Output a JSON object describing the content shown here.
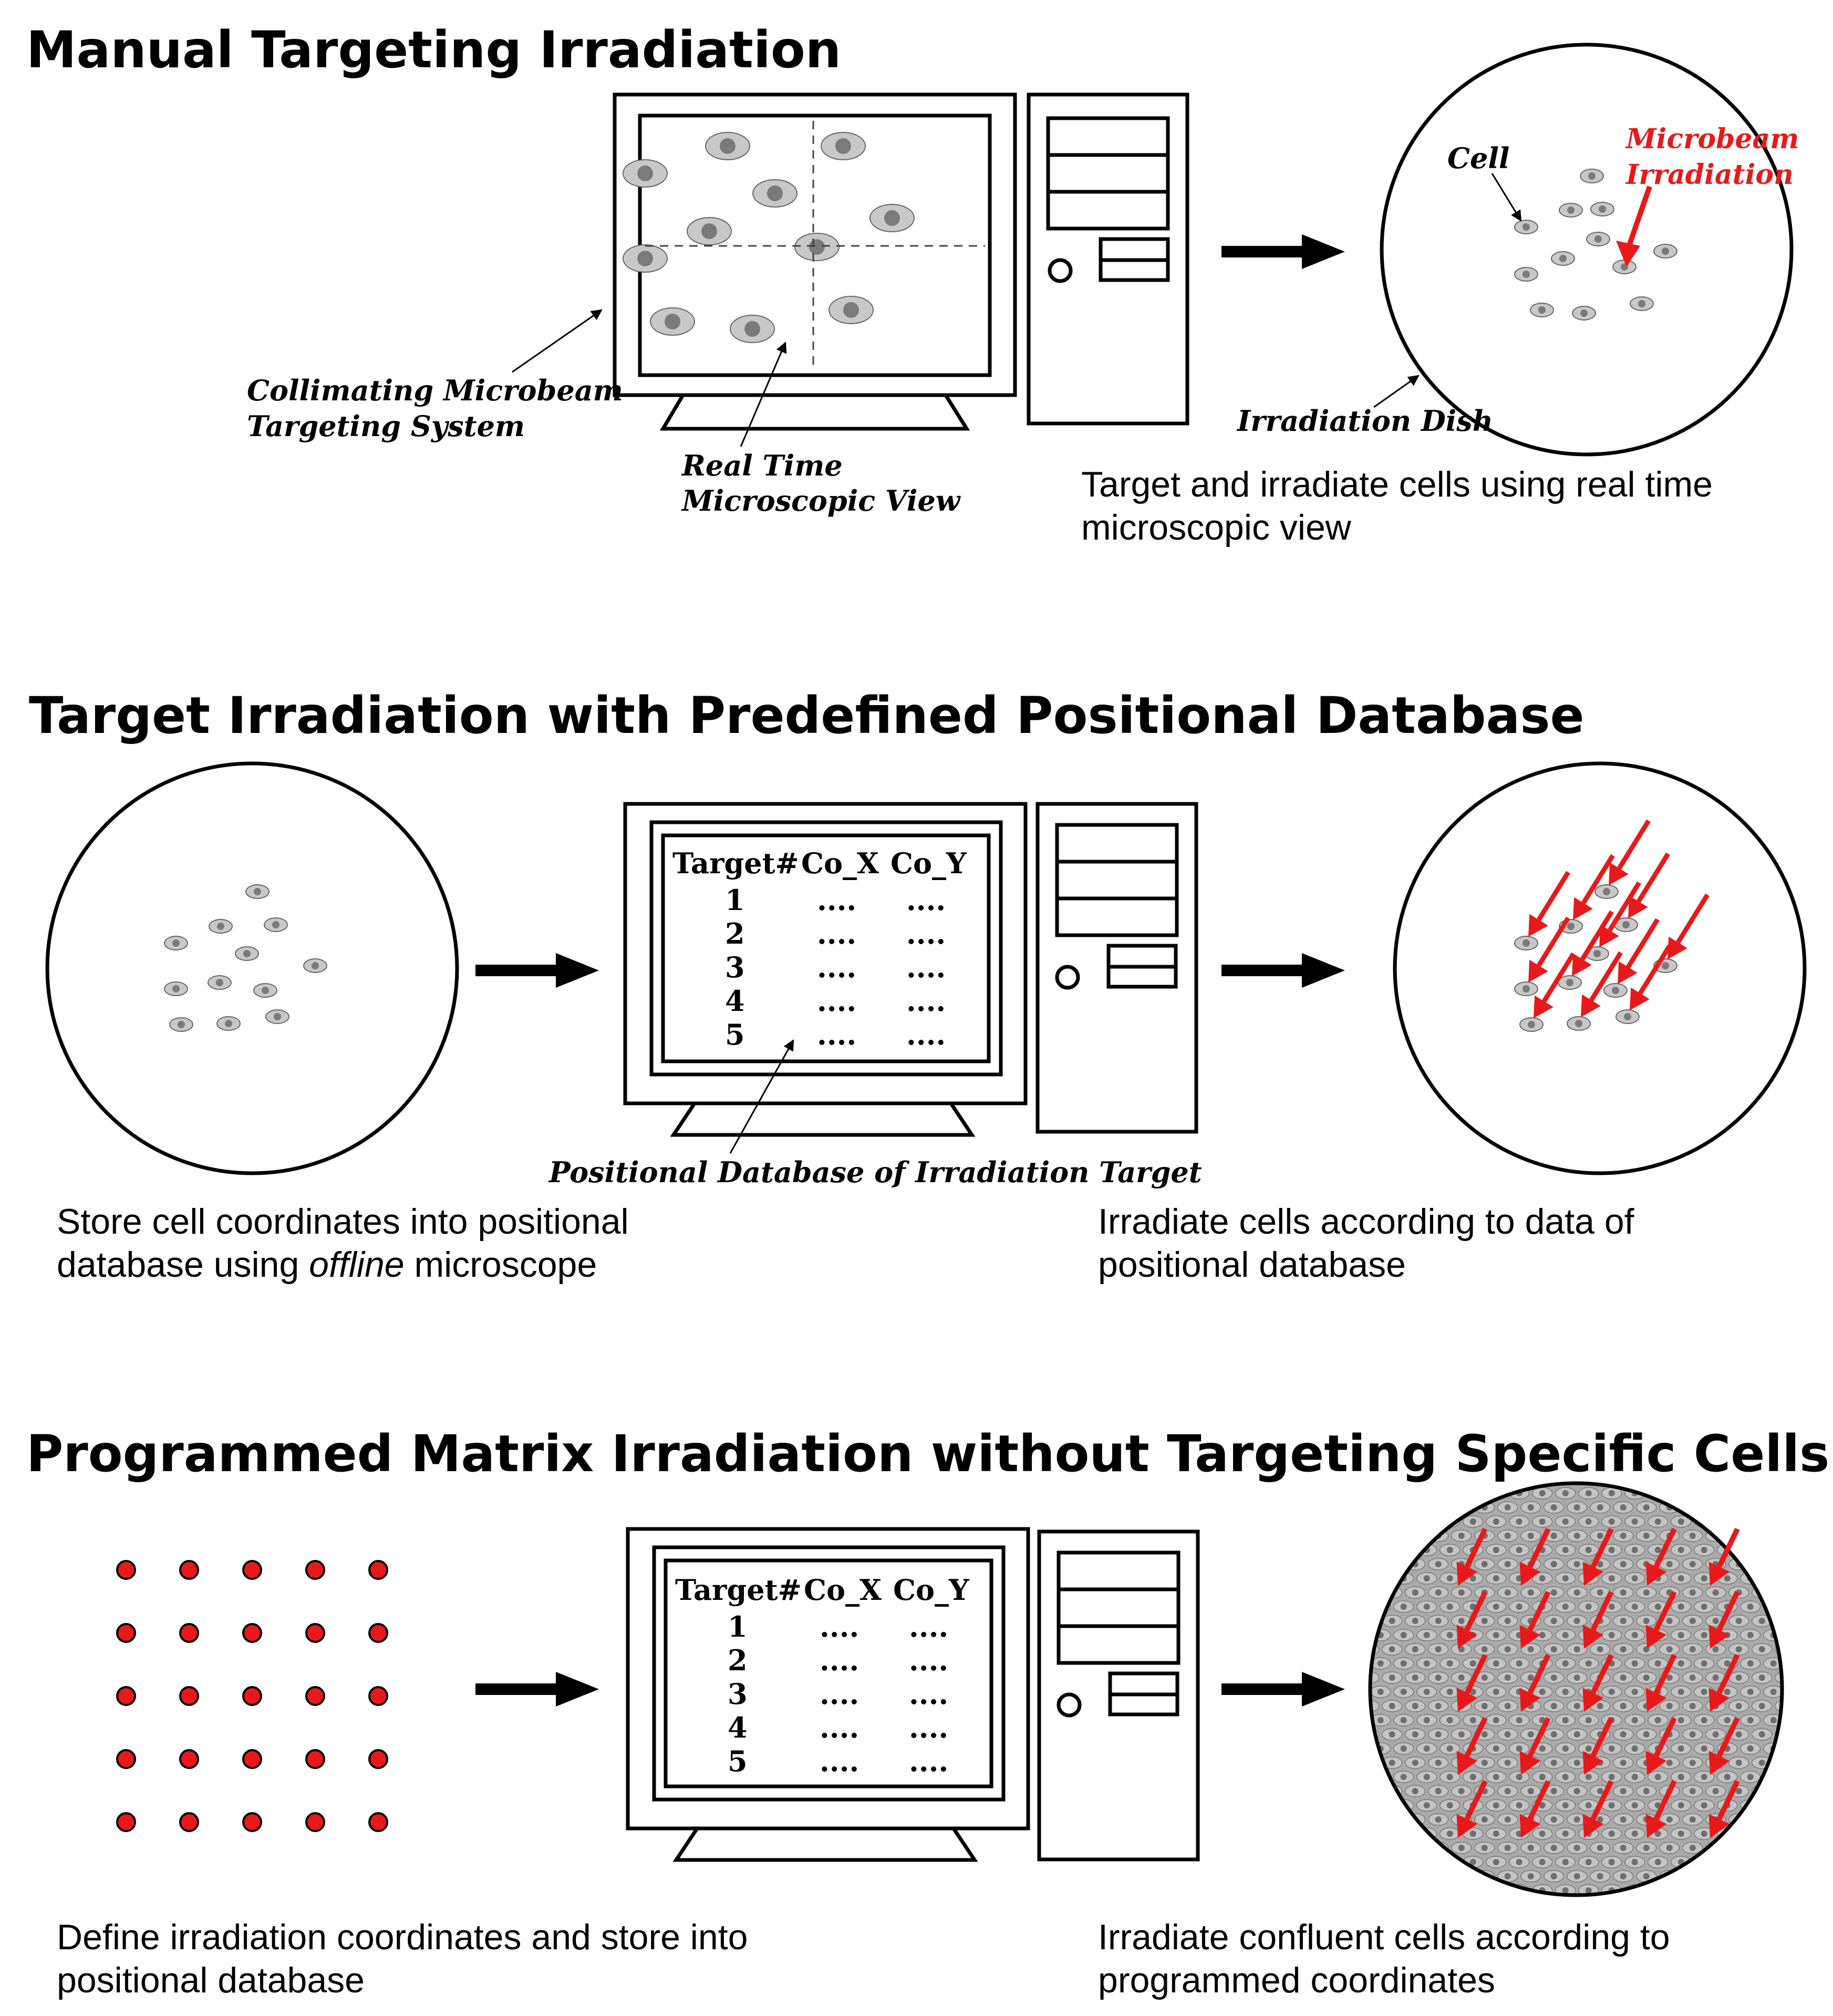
{
  "sections": [
    {
      "title": "Manual Targeting Irradiation",
      "labels": {
        "targeting_system_line1": "Collimating Microbeam",
        "targeting_system_line2": "Targeting System",
        "realtime_line1": "Real Time",
        "realtime_line2": "Microscopic View",
        "cell": "Cell",
        "microbeam_line1": "Microbeam",
        "microbeam_line2": "Irradiation",
        "dish": "Irradiation Dish"
      },
      "caption_line1": "Target and irradiate cells using real time",
      "caption_line2": "microscopic view"
    },
    {
      "title": "Target Irradiation with Predefined Positional Database",
      "labels": {
        "database": "Positional Database of Irradiation Target"
      },
      "caption_left_line1": "Store cell coordinates into positional",
      "caption_left_line2_pre": "database using ",
      "caption_left_line2_em": "offline",
      "caption_left_line2_post": " microscope",
      "caption_right_line1": "Irradiate cells according to data of",
      "caption_right_line2": "positional database"
    },
    {
      "title": "Programmed Matrix Irradiation without Targeting Specific Cells",
      "caption_left_line1": "Define irradiation coordinates and store  into",
      "caption_left_line2": "positional database",
      "caption_right_line1": "Irradiate confluent cells according to",
      "caption_right_line2": "programmed coordinates"
    }
  ],
  "table": {
    "headers": [
      "Target#",
      "Co_X",
      "Co_Y"
    ],
    "rows": [
      [
        "1",
        "....",
        "...."
      ],
      [
        "2",
        "....",
        "...."
      ],
      [
        "3",
        "....",
        "...."
      ],
      [
        "4",
        "....",
        "...."
      ],
      [
        "5",
        "....",
        "...."
      ]
    ]
  },
  "colors": {
    "beam": "#e8191a",
    "cell_body": "#c8c8c8",
    "cell_nucleus": "#7a7a7a",
    "confluent_fill": "#a9a9a9"
  }
}
